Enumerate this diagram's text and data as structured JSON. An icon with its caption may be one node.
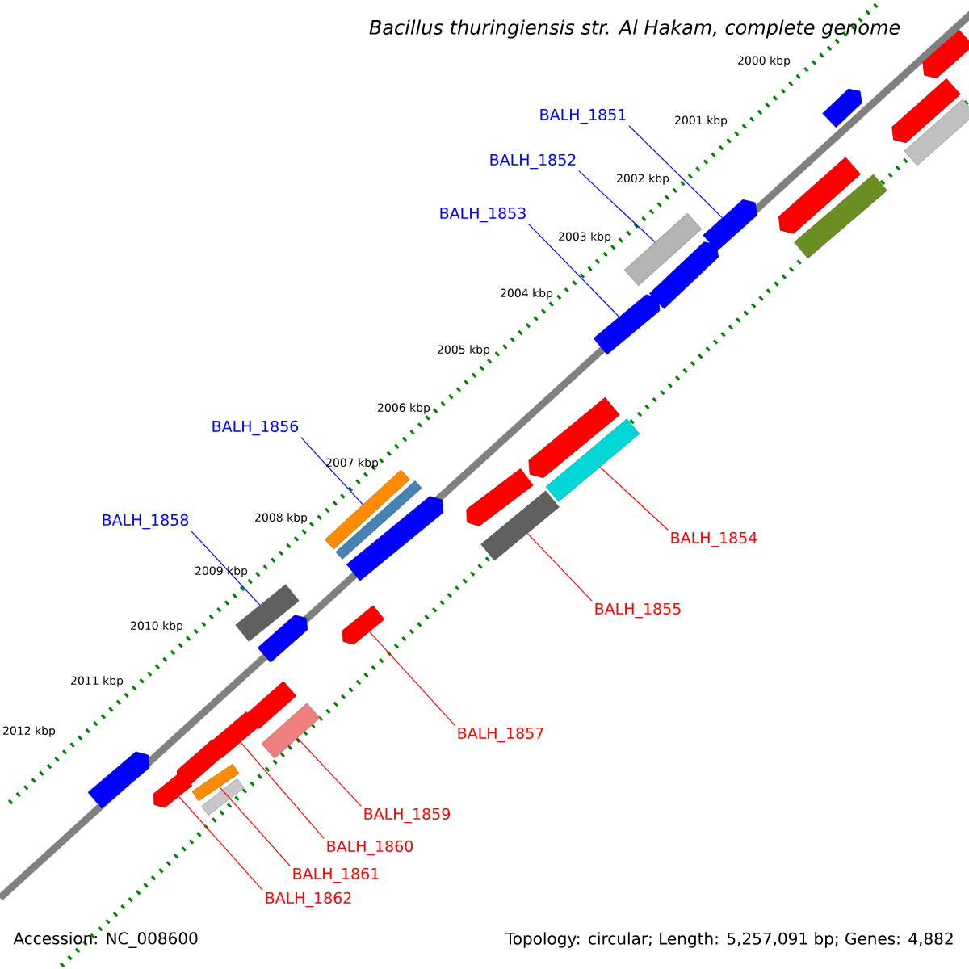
{
  "diagram": {
    "title": "Bacillus thuringiensis str. Al Hakam, complete genome",
    "nodes": [
      {
        "text": [
          "BALH_1851"
        ]
      },
      {
        "text": [
          "BALH_1852"
        ]
      },
      {
        "text": [
          "BALH_1853"
        ]
      },
      {
        "text": [
          "BALH_1856"
        ]
      },
      {
        "text": [
          "BALH_1858"
        ]
      },
      {
        "text": [
          "BALH_1854"
        ]
      },
      {
        "text": [
          "BALH_1855"
        ]
      },
      {
        "text": [
          "BALH_1857"
        ]
      },
      {
        "text": [
          "BALH_1859"
        ]
      },
      {
        "text": [
          "BALH_1860"
        ]
      },
      {
        "text": [
          "BALH_1861"
        ]
      },
      {
        "text": [
          "BALH_1862"
        ]
      },
      {
        "text": [],
        "shape": "pentagon"
      },
      {
        "text": [],
        "shape": "pentagon"
      },
      {
        "text": [],
        "shape": "pentagon"
      },
      {
        "text": [],
        "shape": "bar"
      },
      {
        "text": [],
        "shape": "pentagon"
      },
      {
        "text": [],
        "shape": "bar"
      },
      {
        "text": [],
        "shape": "pentagon"
      },
      {
        "text": [],
        "shape": "bar"
      },
      {
        "text": [],
        "shape": "pentagon"
      },
      {
        "text": [],
        "shape": "pentagon"
      },
      {
        "text": [],
        "shape": "pentagon"
      },
      {
        "text": [],
        "shape": "bar"
      },
      {
        "text": [],
        "shape": "bar"
      },
      {
        "text": [],
        "shape": "bar"
      },
      {
        "text": [],
        "shape": "pentagon"
      },
      {
        "text": [],
        "shape": "bar"
      },
      {
        "text": [],
        "shape": "pentagon"
      },
      {
        "text": [],
        "shape": "bar"
      },
      {
        "text": [],
        "shape": "pentagon"
      },
      {
        "text": [],
        "shape": "pentagon"
      },
      {
        "text": [],
        "shape": "pentagon"
      },
      {
        "text": [],
        "shape": "bar"
      },
      {
        "text": [],
        "shape": "pentagon"
      },
      {
        "text": [],
        "shape": "pentagon"
      },
      {
        "text": [],
        "shape": "pentagon"
      },
      {
        "text": [],
        "shape": "pentagon"
      },
      {
        "text": [],
        "shape": "bar"
      },
      {
        "text": [],
        "shape": "bar"
      }
    ],
    "edges": [
      {
        "from": 0,
        "to": 18,
        "arrow": "none",
        "color": "#0000ff"
      },
      {
        "from": 1,
        "to": 19,
        "arrow": "none",
        "color": "#0000ff"
      },
      {
        "from": 2,
        "to": 21,
        "arrow": "none",
        "color": "#0000ff"
      },
      {
        "from": 3,
        "to": 24,
        "arrow": "none",
        "color": "#0000ff"
      },
      {
        "from": 4,
        "to": 29,
        "arrow": "none",
        "color": "#0000ff"
      },
      {
        "from": 5,
        "to": 23,
        "arrow": "none"
      },
      {
        "from": 6,
        "to": 27,
        "arrow": "none"
      },
      {
        "from": 7,
        "to": 31,
        "arrow": "none"
      },
      {
        "from": 8,
        "to": 33,
        "arrow": "none"
      },
      {
        "from": 9,
        "to": 34,
        "arrow": "none"
      },
      {
        "from": 10,
        "to": 38,
        "arrow": "none"
      },
      {
        "from": 11,
        "to": 37,
        "arrow": "none"
      }
    ],
    "labels": [
      "2000 kbp",
      "2001 kbp",
      "2002 kbp",
      "2003 kbp",
      "2004 kbp",
      "2005 kbp",
      "2006 kbp",
      "2007 kbp",
      "2008 kbp",
      "2009 kbp",
      "2010 kbp",
      "2011 kbp",
      "2012 kbp",
      "Accession: NC_008600",
      "Topology: circular; Length: 5,257,091 bp; Genes: 4,882"
    ]
  }
}
